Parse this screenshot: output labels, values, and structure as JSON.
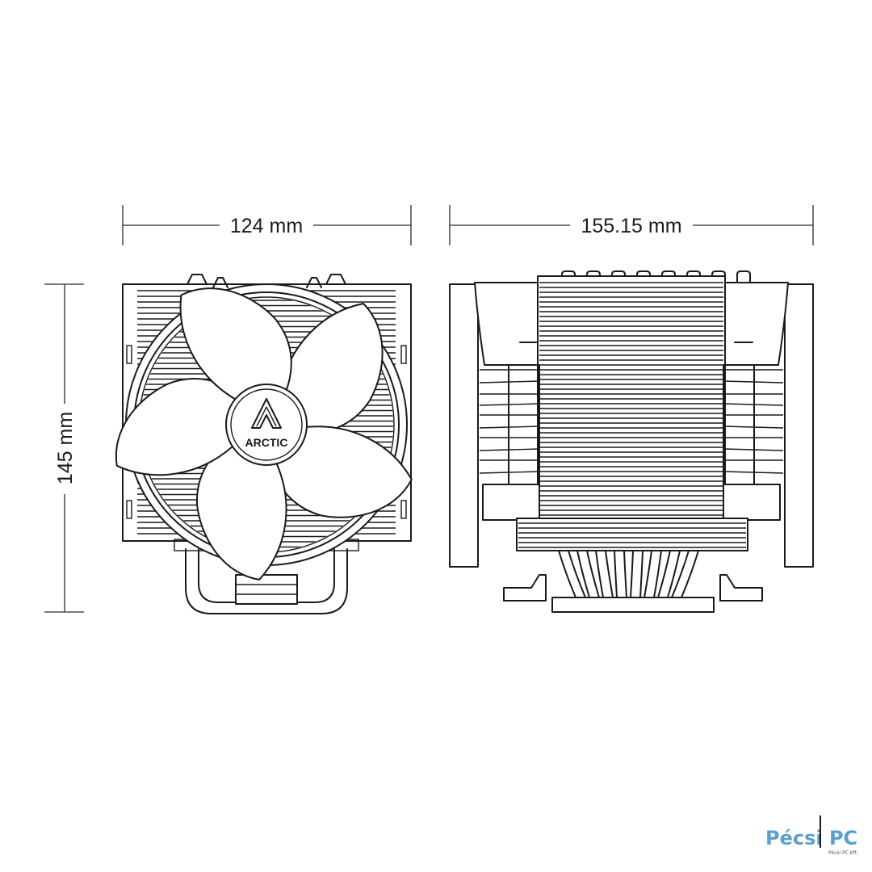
{
  "dimensions": {
    "front_width": "124 mm",
    "side_width": "155.15 mm",
    "height": "145 mm"
  },
  "fan": {
    "hub_logo": "ARCTIC"
  },
  "watermark": {
    "brand": "Pécsi PC",
    "tagline": "Pécsi PC Kft.",
    "color": "#5aa0d0"
  },
  "colors": {
    "line": "#1a1a1a",
    "background": "#ffffff"
  }
}
